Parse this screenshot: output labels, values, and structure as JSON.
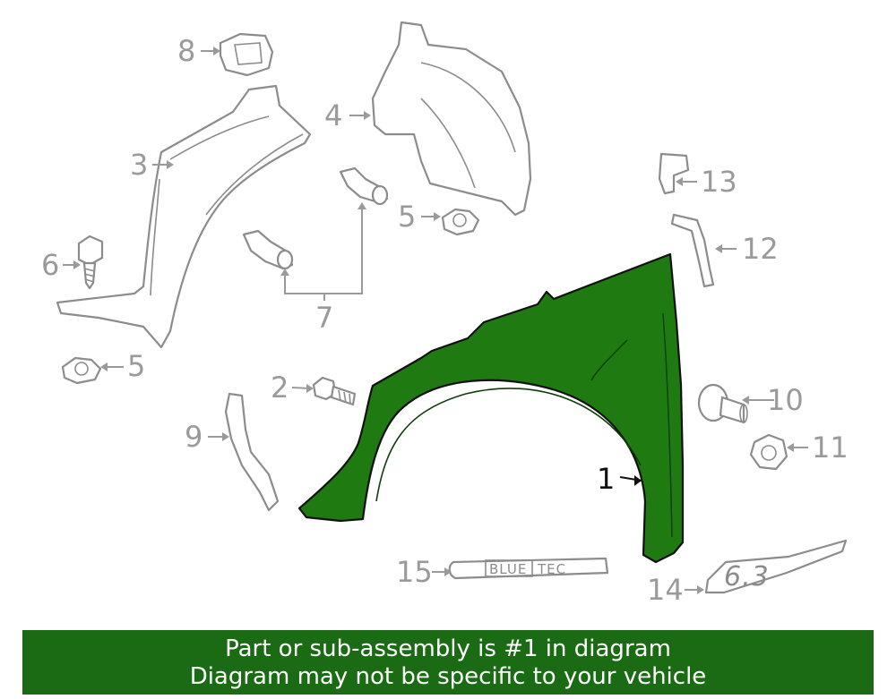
{
  "callouts": {
    "c1": "1",
    "c2": "2",
    "c3": "3",
    "c4": "4",
    "c5a": "5",
    "c5b": "5",
    "c6": "6",
    "c7": "7",
    "c8": "8",
    "c9": "9",
    "c10": "10",
    "c11": "11",
    "c12": "12",
    "c13": "13",
    "c14": "14",
    "c15": "15"
  },
  "badges": {
    "blue": "BLUE",
    "tec": "TEC",
    "emblem": "6.3"
  },
  "colors": {
    "highlight_fill": "#1f7a12",
    "line_gray": "#8c8c8c",
    "footer_bg": "#1a6b14"
  },
  "footer": {
    "line1": "Part or sub-assembly is #1 in diagram",
    "line2": "Diagram may not be specific to your vehicle"
  }
}
